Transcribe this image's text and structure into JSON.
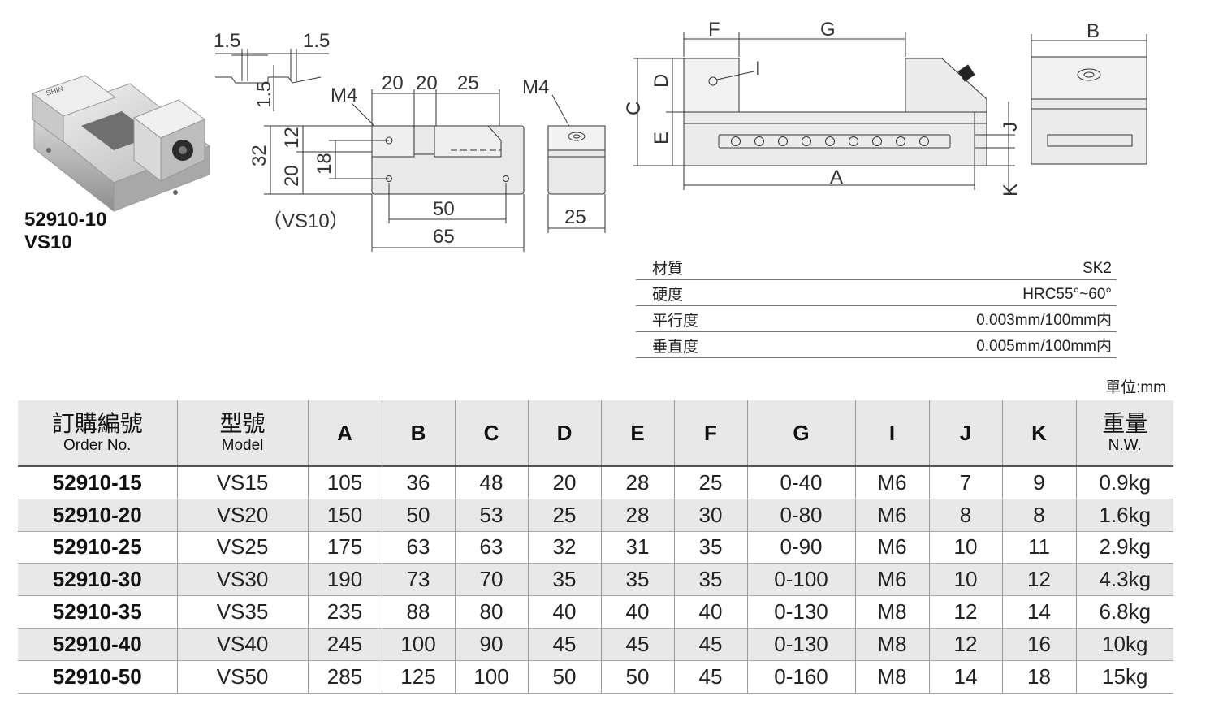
{
  "product": {
    "order_no": "52910-10",
    "model": "VS10"
  },
  "drawing_labels": {
    "chamfer_left": "1.5",
    "chamfer_right": "1.5",
    "chamfer_vertical": "1.5",
    "top_20a": "20",
    "top_20b": "20",
    "top_25": "25",
    "thread_front": "M4",
    "thread_side": "M4",
    "height_32": "32",
    "height_12": "12",
    "height_20": "20",
    "height_18": "18",
    "hole_spacing": "50",
    "length": "65",
    "width": "25",
    "front_caption": "（VS10）",
    "dim_F": "F",
    "dim_G": "G",
    "dim_B": "B",
    "dim_C": "C",
    "dim_D": "D",
    "dim_E": "E",
    "dim_I": "I",
    "dim_J": "J",
    "dim_A": "A",
    "dim_K": "K"
  },
  "specs": [
    {
      "label": "材質",
      "value": "SK2"
    },
    {
      "label": "硬度",
      "value": "HRC55°~60°"
    },
    {
      "label": "平行度",
      "value": "0.003mm/100mm内"
    },
    {
      "label": "垂直度",
      "value": "0.005mm/100mm内"
    }
  ],
  "unit_note": "單位:mm",
  "table": {
    "headers": {
      "order_zh": "訂購編號",
      "order_en": "Order No.",
      "model_zh": "型號",
      "model_en": "Model",
      "A": "A",
      "B": "B",
      "C": "C",
      "D": "D",
      "E": "E",
      "F": "F",
      "G": "G",
      "I": "I",
      "J": "J",
      "K": "K",
      "weight_zh": "重量",
      "weight_en": "N.W."
    },
    "rows": [
      [
        "52910-15",
        "VS15",
        "105",
        "36",
        "48",
        "20",
        "28",
        "25",
        "0-40",
        "M6",
        "7",
        "9",
        "0.9kg"
      ],
      [
        "52910-20",
        "VS20",
        "150",
        "50",
        "53",
        "25",
        "28",
        "30",
        "0-80",
        "M6",
        "8",
        "8",
        "1.6kg"
      ],
      [
        "52910-25",
        "VS25",
        "175",
        "63",
        "63",
        "32",
        "31",
        "35",
        "0-90",
        "M6",
        "10",
        "11",
        "2.9kg"
      ],
      [
        "52910-30",
        "VS30",
        "190",
        "73",
        "70",
        "35",
        "35",
        "35",
        "0-100",
        "M6",
        "10",
        "12",
        "4.3kg"
      ],
      [
        "52910-35",
        "VS35",
        "235",
        "88",
        "80",
        "40",
        "40",
        "40",
        "0-130",
        "M8",
        "12",
        "14",
        "6.8kg"
      ],
      [
        "52910-40",
        "VS40",
        "245",
        "100",
        "90",
        "45",
        "45",
        "45",
        "0-130",
        "M8",
        "12",
        "16",
        "10kg"
      ],
      [
        "52910-50",
        "VS50",
        "285",
        "125",
        "100",
        "50",
        "50",
        "45",
        "0-160",
        "M8",
        "14",
        "18",
        "15kg"
      ]
    ]
  }
}
